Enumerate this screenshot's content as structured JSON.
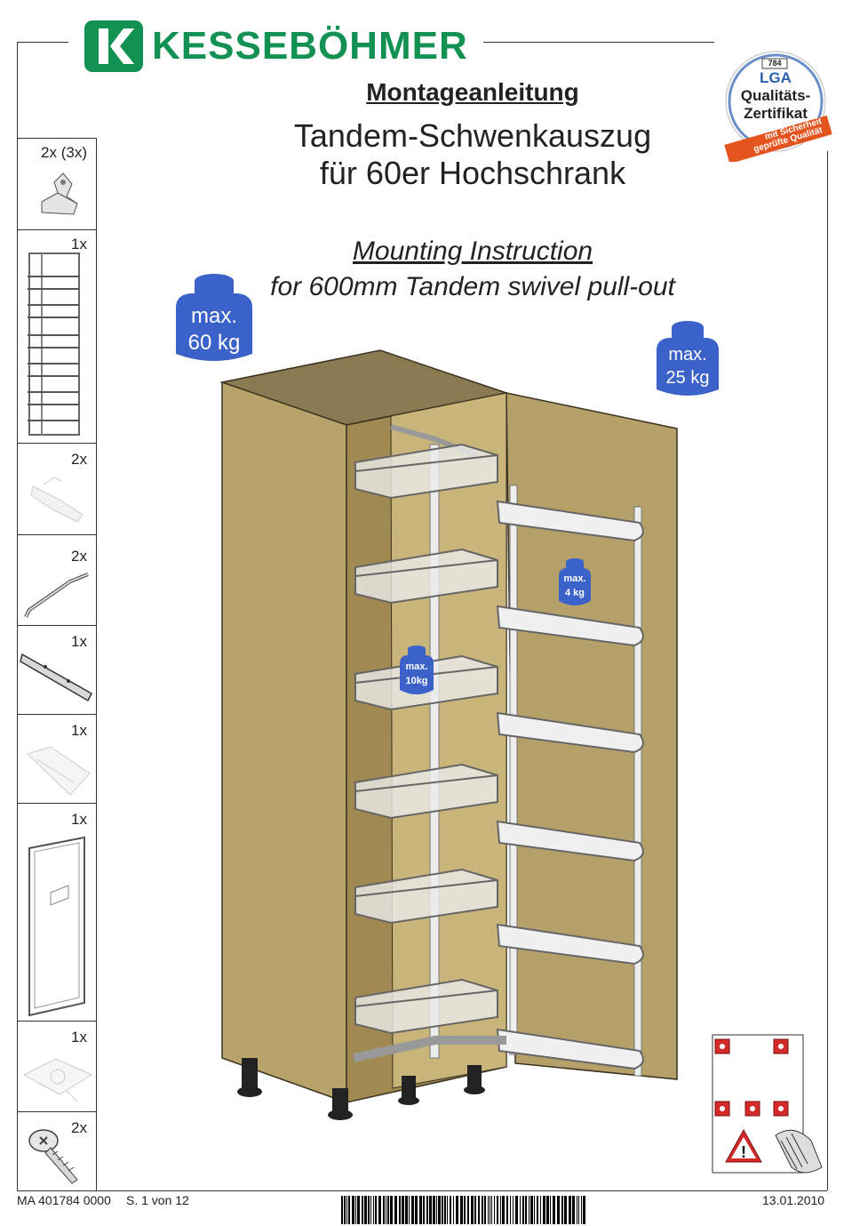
{
  "brand": {
    "name": "KESSEBÖHMER",
    "logo_letter": "K",
    "color": "#139152"
  },
  "title": {
    "de_heading": "Montageanleitung",
    "de_line1": "Tandem-Schwenkauszug",
    "de_line2": "für 60er Hochschrank",
    "en_heading": "Mounting Instruction",
    "en_line1": "for 600mm Tandem swivel pull-out"
  },
  "certificate": {
    "number": "784",
    "org": "LGA",
    "line1": "Qualitäts-",
    "line2": "Zertifikat",
    "band1": "mit Sicherheit",
    "band2": "geprüfte Qualität"
  },
  "weights": {
    "cabinet_max": "max.",
    "cabinet_kg": "60 kg",
    "door_max": "max.",
    "door_kg": "25 kg",
    "shelf_max": "max.",
    "shelf_kg": "10kg",
    "door_shelf_max": "max.",
    "door_shelf_kg": "4 kg"
  },
  "parts": [
    {
      "qty": "2x (3x)",
      "icon": "bracket-icon"
    },
    {
      "qty": "1x",
      "icon": "frame-icon"
    },
    {
      "qty": "2x",
      "icon": "clip-icon"
    },
    {
      "qty": "2x",
      "icon": "rod-icon"
    },
    {
      "qty": "1x",
      "icon": "rail-icon"
    },
    {
      "qty": "1x",
      "icon": "plate-icon"
    },
    {
      "qty": "1x",
      "icon": "door-frame-icon"
    },
    {
      "qty": "1x",
      "icon": "base-plate-icon"
    },
    {
      "qty": "2x",
      "icon": "screw-icon"
    }
  ],
  "footer": {
    "doc_number": "MA 401784 0000",
    "page": "S. 1 von 12",
    "date": "13.01.2010"
  }
}
